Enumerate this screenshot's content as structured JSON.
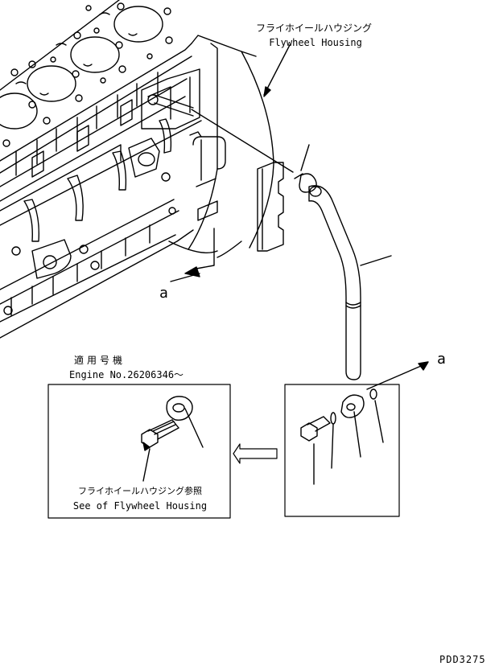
{
  "callouts": {
    "flywheel_housing_jp": "フライホイールハウジング",
    "flywheel_housing_en": "Flywheel Housing",
    "view_letter_main": "a",
    "view_letter_detail": "a"
  },
  "applicability": {
    "heading": "適用号機",
    "engine_number": "Engine No.26206346～"
  },
  "detail_box": {
    "see_ref_jp": "フライホイールハウジング参照",
    "see_ref_en": "See of Flywheel Housing"
  },
  "drawing_code": "PDD3275",
  "colors": {
    "ink": "#000000",
    "paper": "#ffffff"
  }
}
